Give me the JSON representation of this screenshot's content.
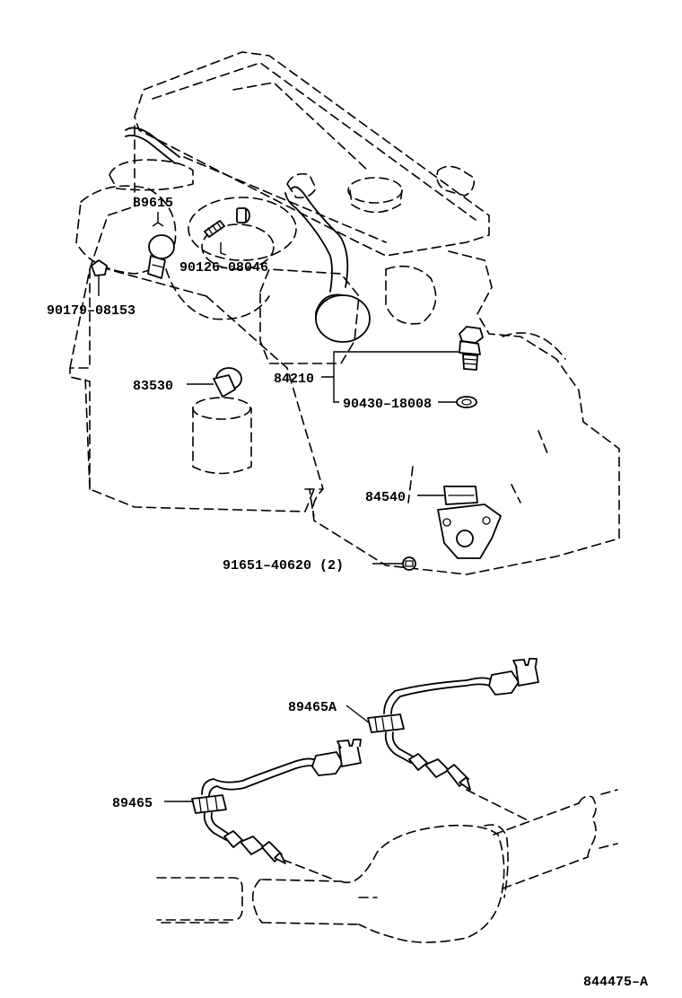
{
  "labels": {
    "p89615": "89615",
    "p90126": "90126–08046",
    "p90179": "90179–08153",
    "p83530": "83530",
    "p84210": "84210",
    "p90430": "90430–18008",
    "p84540": "84540",
    "p91651": "91651–40620 (2)",
    "p89465a": "89465A",
    "p89465": "89465",
    "drawing_no": "844475–A"
  }
}
